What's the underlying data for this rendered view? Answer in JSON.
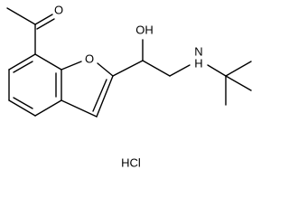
{
  "molecule": {
    "atoms": {
      "carbonyl_oxygen": "O",
      "ring_oxygen": "O",
      "hydroxyl": "OH",
      "amine": "N",
      "amine_hydrogen": "H"
    },
    "salt": "HCl"
  },
  "colors": {
    "stroke": "#000000",
    "background": "#ffffff"
  }
}
